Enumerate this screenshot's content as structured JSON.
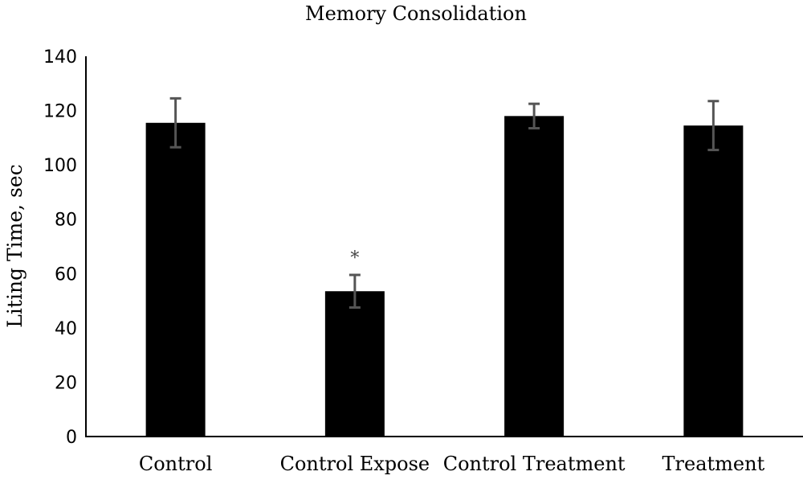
{
  "chart_data": {
    "type": "bar",
    "title": "Memory Consolidation",
    "xlabel": "",
    "ylabel": "Liting Time, sec",
    "categories": [
      "Control",
      "Control Expose",
      "Control Treatment",
      "Treatment"
    ],
    "values": [
      115.5,
      53.5,
      118,
      114.5
    ],
    "errors": [
      9,
      6,
      4.5,
      9
    ],
    "ylim": [
      0,
      140
    ],
    "yticks": [
      0,
      20,
      40,
      60,
      80,
      100,
      120,
      140
    ],
    "annotations": [
      {
        "category": "Control Expose",
        "text": "*"
      }
    ],
    "grid": false,
    "legend": "none",
    "colors": {
      "bar": "#000000",
      "error_bar": "#555555",
      "axis": "#000000"
    }
  }
}
